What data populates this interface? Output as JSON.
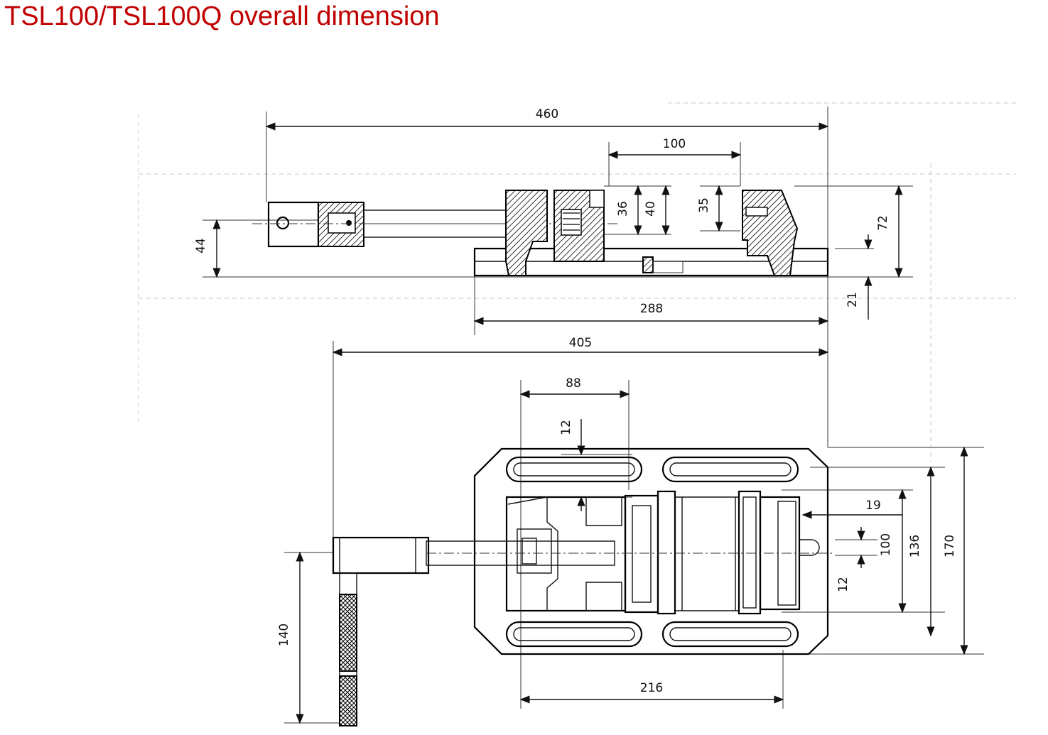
{
  "title": "TSL100/TSL100Q overall dimension",
  "colors": {
    "title": "#c00000",
    "lines": "#111111"
  },
  "dimensions": {
    "d460": "460",
    "d100top": "100",
    "d36": "36",
    "d40": "40",
    "d35": "35",
    "d72": "72",
    "d44": "44",
    "d288": "288",
    "d21": "21",
    "d405": "405",
    "d88": "88",
    "d12a": "12",
    "d19": "19",
    "d100side": "100",
    "d136": "136",
    "d170": "170",
    "d12b": "12",
    "d140": "140",
    "d216": "216"
  }
}
